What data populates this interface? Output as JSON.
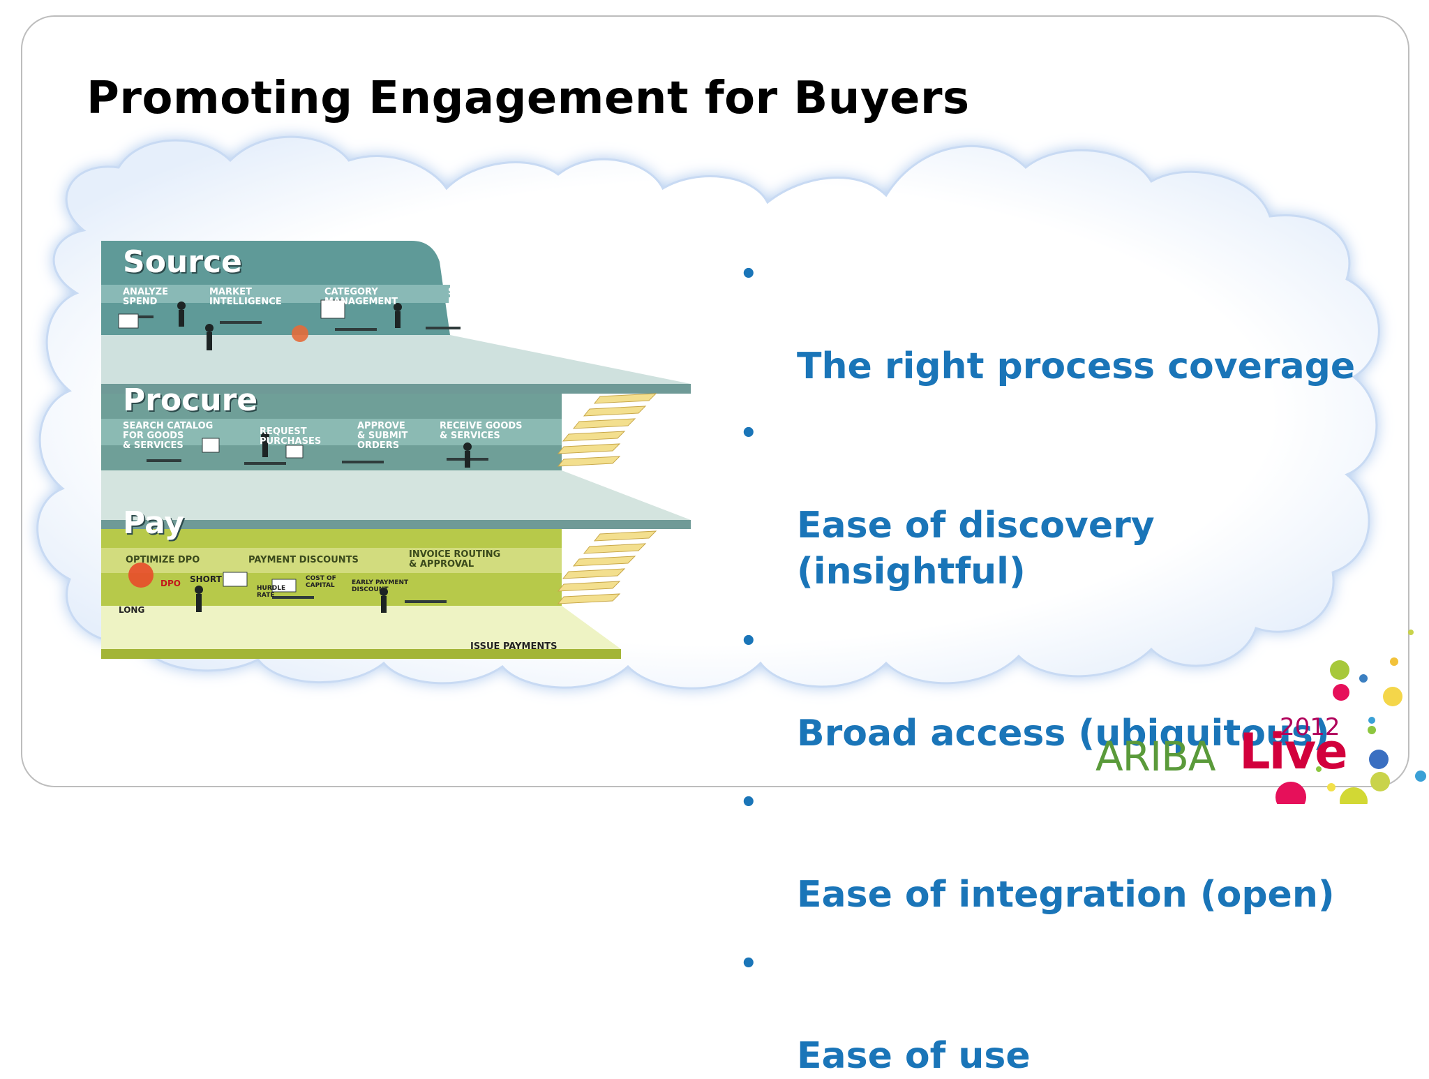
{
  "slide": {
    "title": "Promoting Engagement for Buyers"
  },
  "illustration": {
    "floors": [
      {
        "name": "Source",
        "steps": [
          "ANALYZE\nSPEND",
          "MARKET\nINTELLIGENCE",
          "CATEGORY\nMANAGEMENT",
          "SUPPLIER\nMANAGEMENT"
        ]
      },
      {
        "name": "Procure",
        "steps": [
          "SEARCH CATALOG\nFOR GOODS\n& SERVICES",
          "REQUEST\nPURCHASES",
          "APPROVE\n& SUBMIT\nORDERS",
          "RECEIVE GOODS\n& SERVICES"
        ]
      },
      {
        "name": "Pay",
        "steps": [
          "OPTIMIZE DPO",
          "PAYMENT DISCOUNTS",
          "INVOICE ROUTING\n& APPROVAL"
        ],
        "extras": {
          "dpo": "DPO",
          "short": "SHORT",
          "long": "LONG",
          "hurdle_rate": "HURDLE\nRATE",
          "cost_of_capital": "COST OF\nCAPITAL",
          "early_payment_discount": "EARLY PAYMENT\nDISCOUNT",
          "issue_payments": "ISSUE PAYMENTS"
        }
      }
    ],
    "colors": {
      "source_floor": "#5f9a98",
      "procure_floor": "#6f9f98",
      "pay_floor": "#b7c94a"
    }
  },
  "bullets": [
    "The right process coverage",
    "Ease of discovery\n(insightful)",
    "Broad access (ubiquitous)",
    "Ease of integration (open)",
    "Ease of use"
  ],
  "bullet_symbol": "•",
  "logo": {
    "ariba": "ARIBA",
    "live": "Live",
    "year": "2012"
  },
  "colors": {
    "bullet_text": "#1a75b8",
    "cloud_fill": "#ffffff",
    "cloud_edge": "#c6d9f2"
  }
}
